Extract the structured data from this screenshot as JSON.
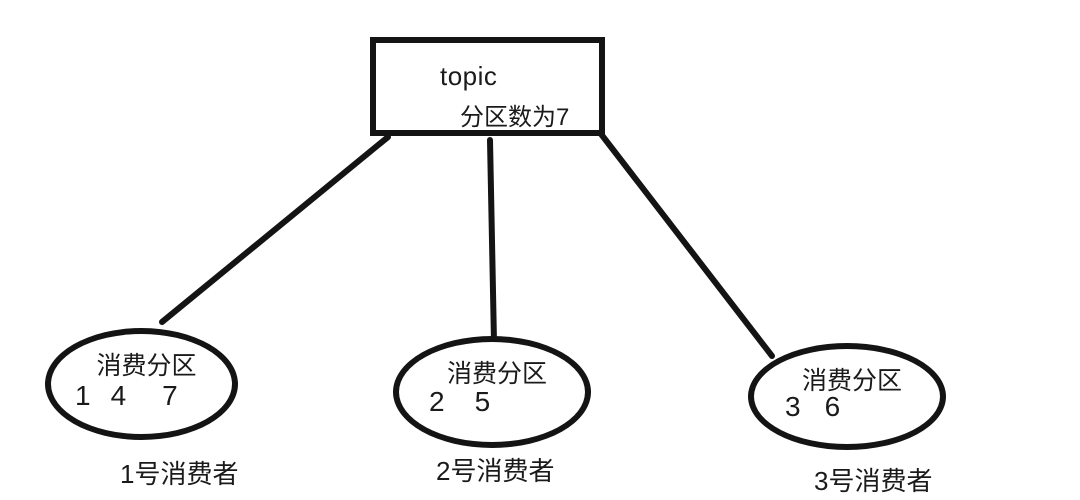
{
  "topic_box": {
    "title": "topic",
    "partition_count_label": "分区数为7"
  },
  "consumers": [
    {
      "ellipse_label": "消费分区",
      "partitions": [
        "1",
        "4",
        "7"
      ],
      "name": "1号消费者"
    },
    {
      "ellipse_label": "消费分区",
      "partitions": [
        "2",
        "5"
      ],
      "name": "2号消费者"
    },
    {
      "ellipse_label": "消费分区",
      "partitions": [
        "3",
        "6"
      ],
      "name": "3号消费者"
    }
  ],
  "colors": {
    "stroke": "#141414",
    "text": "#1a1a1a",
    "background": "#ffffff"
  }
}
